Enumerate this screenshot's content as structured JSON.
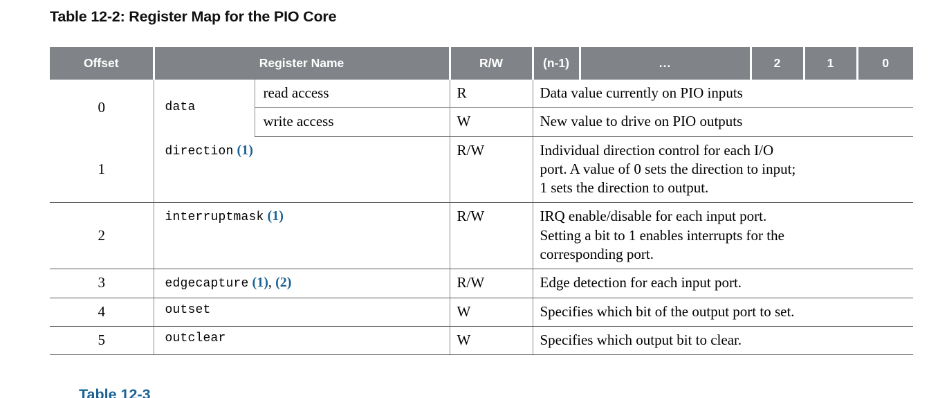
{
  "caption": "Table 12-2: Register Map for the PIO Core",
  "next_caption": "Table 12-3",
  "colors": {
    "header_bg": "#808387",
    "header_text": "#ffffff",
    "footnote_link": "#1b6394",
    "rule_strong": "#595959",
    "rule_light": "#8a8a8a"
  },
  "table": {
    "headers": [
      {
        "label": "Offset"
      },
      {
        "label": "Register Name"
      },
      {
        "label": "R/W"
      },
      {
        "label": "(n-1)"
      },
      {
        "label": "..."
      },
      {
        "label": "2"
      },
      {
        "label": "1"
      },
      {
        "label": "0"
      }
    ],
    "rows": [
      {
        "offset": "0",
        "register": "data",
        "access": "read access",
        "rw": "R",
        "description": [
          "Data value currently on PIO inputs"
        ],
        "footnotes": []
      },
      {
        "offset": "",
        "register": "",
        "access": "write access",
        "rw": "W",
        "description": [
          "New value to drive on PIO outputs"
        ],
        "footnotes": []
      },
      {
        "offset": "1",
        "register": "direction",
        "access": "",
        "rw": "R/W",
        "description": [
          "Individual direction control for each I/O",
          "port. A value of 0 sets the direction to input;",
          "1 sets the direction to output."
        ],
        "footnotes": [
          "(1)"
        ]
      },
      {
        "offset": "2",
        "register": "interruptmask",
        "access": "",
        "rw": "R/W",
        "description": [
          "IRQ enable/disable for each input port.",
          "Setting a bit to 1 enables interrupts for the",
          "corresponding port."
        ],
        "footnotes": [
          "(1)"
        ]
      },
      {
        "offset": "3",
        "register": "edgecapture",
        "access": "",
        "rw": "R/W",
        "description": [
          "Edge detection for each input port."
        ],
        "footnotes": [
          "(1)",
          "(2)"
        ]
      },
      {
        "offset": "4",
        "register": "outset",
        "access": "",
        "rw": "W",
        "description": [
          "Specifies which bit of the output port to set."
        ],
        "footnotes": []
      },
      {
        "offset": "5",
        "register": "outclear",
        "access": "",
        "rw": "W",
        "description": [
          "Specifies which output bit to clear."
        ],
        "footnotes": []
      }
    ],
    "footnote_separator": ","
  }
}
